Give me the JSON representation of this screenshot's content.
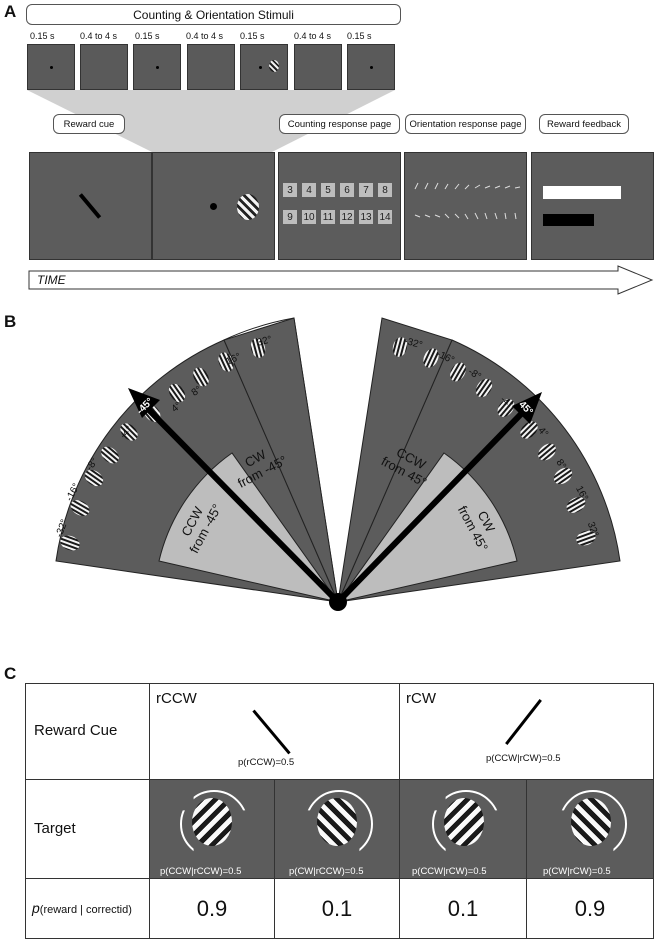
{
  "panel_a": {
    "letter": "A",
    "header": "Counting & Orientation Stimuli",
    "durations": [
      "0.15 s",
      "0.4 to 4 s",
      "0.15 s",
      "0.4 to 4 s",
      "0.15 s",
      "0.4 to 4 s",
      "0.15 s"
    ],
    "stages": [
      "Reward cue",
      "Counting response page",
      "Orientation response page",
      "Reward feedback"
    ],
    "numbers_row1": [
      "3",
      "4",
      "5",
      "6",
      "7",
      "8"
    ],
    "numbers_row2": [
      "9",
      "10",
      "11",
      "12",
      "13",
      "14"
    ],
    "time_label": "TIME"
  },
  "panel_b": {
    "letter": "B",
    "left_ticks": [
      "-32°",
      "-16°",
      "-8°",
      "-4°",
      "4°",
      "8°",
      "16°",
      "32°"
    ],
    "right_ticks": [
      "-32°",
      "-16°",
      "-8°",
      "-4°",
      "4°",
      "8°",
      "16°",
      "32°"
    ],
    "left_arrow_label": "-45°",
    "right_arrow_label": "45°",
    "left_inner": {
      "cw_line1": "CW",
      "cw_line2": "from -45°",
      "ccw_line1": "CCW",
      "ccw_line2": "from -45°"
    },
    "right_inner": {
      "ccw_line1": "CCW",
      "ccw_line2": "from 45°",
      "cw_line1": "CW",
      "cw_line2": "from 45°"
    }
  },
  "panel_c": {
    "letter": "C",
    "row_labels": [
      "Reward Cue",
      "Target"
    ],
    "row3_label_italic": "p",
    "row3_label_rest": "(reward | correctid)",
    "rccw_label": "rCCW",
    "rcw_label": "rCW",
    "cue_prob_left": "p(rCCW)=0.5",
    "cue_prob_right": "p(CCW|rCW)=0.5",
    "target_probs": [
      "p(CCW|rCCW)=0.5",
      "p(CW|rCCW)=0.5",
      "p(CCW|rCW)=0.5",
      "p(CW|rCW)=0.5"
    ],
    "values": [
      "0.9",
      "0.1",
      "0.1",
      "0.9"
    ]
  },
  "colors": {
    "dark_gray": "#5c5c5c",
    "light_gray": "#bdbdbd",
    "black": "#000000"
  }
}
